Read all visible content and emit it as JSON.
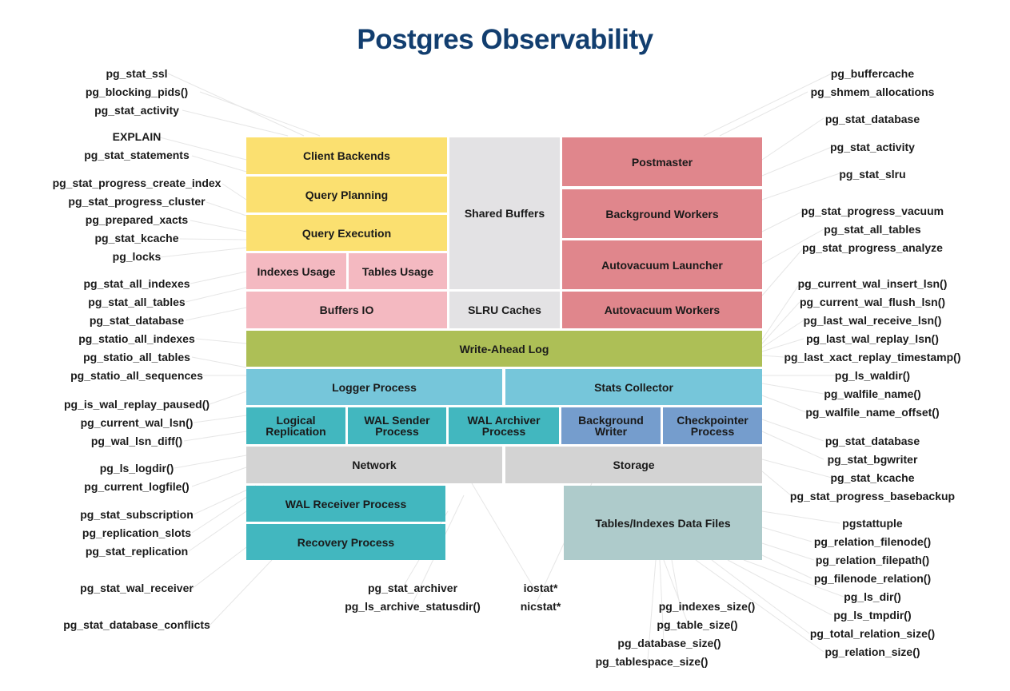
{
  "title": "Postgres Observability",
  "colors": {
    "title": "#123e6f",
    "client_query": "#fbe070",
    "usage_io": "#f4b9c1",
    "shared_memory": "#e3e2e4",
    "postmaster_workers": "#e0868c",
    "wal": "#adbf56",
    "logger_stats": "#76c6da",
    "replication_processes": "#42b7bf",
    "writer_checkpointer": "#759dcd",
    "network_storage": "#d3d3d3",
    "data_files": "#aecbcb"
  },
  "components": {
    "client_backends": "Client Backends",
    "query_planning": "Query Planning",
    "query_execution": "Query Execution",
    "indexes_usage": "Indexes Usage",
    "tables_usage": "Tables Usage",
    "buffers_io": "Buffers IO",
    "shared_buffers": "Shared Buffers",
    "slru_caches": "SLRU Caches",
    "postmaster": "Postmaster",
    "background_workers": "Background Workers",
    "autovacuum_launcher": "Autovacuum Launcher",
    "autovacuum_workers": "Autovacuum Workers",
    "write_ahead_log": "Write-Ahead Log",
    "logger_process": "Logger Process",
    "stats_collector": "Stats Collector",
    "logical_replication": [
      "Logical",
      "Replication"
    ],
    "wal_sender": [
      "WAL Sender",
      "Process"
    ],
    "wal_archiver": [
      "WAL Archiver",
      "Process"
    ],
    "background_writer": [
      "Background",
      "Writer"
    ],
    "checkpointer": [
      "Checkpointer",
      "Process"
    ],
    "network": "Network",
    "storage": "Storage",
    "wal_receiver": "WAL Receiver Process",
    "recovery_process": "Recovery Process",
    "data_files": "Tables/Indexes Data Files"
  },
  "left_labels": [
    "pg_stat_ssl",
    "pg_blocking_pids()",
    "pg_stat_activity",
    "EXPLAIN",
    "pg_stat_statements",
    "pg_stat_progress_create_index",
    "pg_stat_progress_cluster",
    "pg_prepared_xacts",
    "pg_stat_kcache",
    "pg_locks",
    "pg_stat_all_indexes",
    "pg_stat_all_tables",
    "pg_stat_database",
    "pg_statio_all_indexes",
    "pg_statio_all_tables",
    "pg_statio_all_sequences",
    "pg_is_wal_replay_paused()",
    "pg_current_wal_lsn()",
    "pg_wal_lsn_diff()",
    "pg_ls_logdir()",
    "pg_current_logfile()",
    "pg_stat_subscription",
    "pg_replication_slots",
    "pg_stat_replication",
    "pg_stat_wal_receiver",
    "pg_stat_database_conflicts"
  ],
  "right_labels": [
    "pg_buffercache",
    "pg_shmem_allocations",
    "pg_stat_database",
    "pg_stat_activity",
    "pg_stat_slru",
    "pg_stat_progress_vacuum",
    "pg_stat_all_tables",
    "pg_stat_progress_analyze",
    "pg_current_wal_insert_lsn()",
    "pg_current_wal_flush_lsn()",
    "pg_last_wal_receive_lsn()",
    "pg_last_wal_replay_lsn()",
    "pg_last_xact_replay_timestamp()",
    "pg_ls_waldir()",
    "pg_walfile_name()",
    "pg_walfile_name_offset()",
    "pg_stat_database",
    "pg_stat_bgwriter",
    "pg_stat_kcache",
    "pg_stat_progress_basebackup",
    "pgstattuple",
    "pg_relation_filenode()",
    "pg_relation_filepath()",
    "pg_filenode_relation()",
    "pg_ls_dir()",
    "pg_ls_tmpdir()",
    "pg_total_relation_size()",
    "pg_relation_size()"
  ],
  "bottom_labels": [
    "pg_stat_archiver",
    "pg_ls_archive_statusdir()",
    "iostat*",
    "nicstat*",
    "pg_indexes_size()",
    "pg_table_size()",
    "pg_database_size()",
    "pg_tablespace_size()"
  ]
}
